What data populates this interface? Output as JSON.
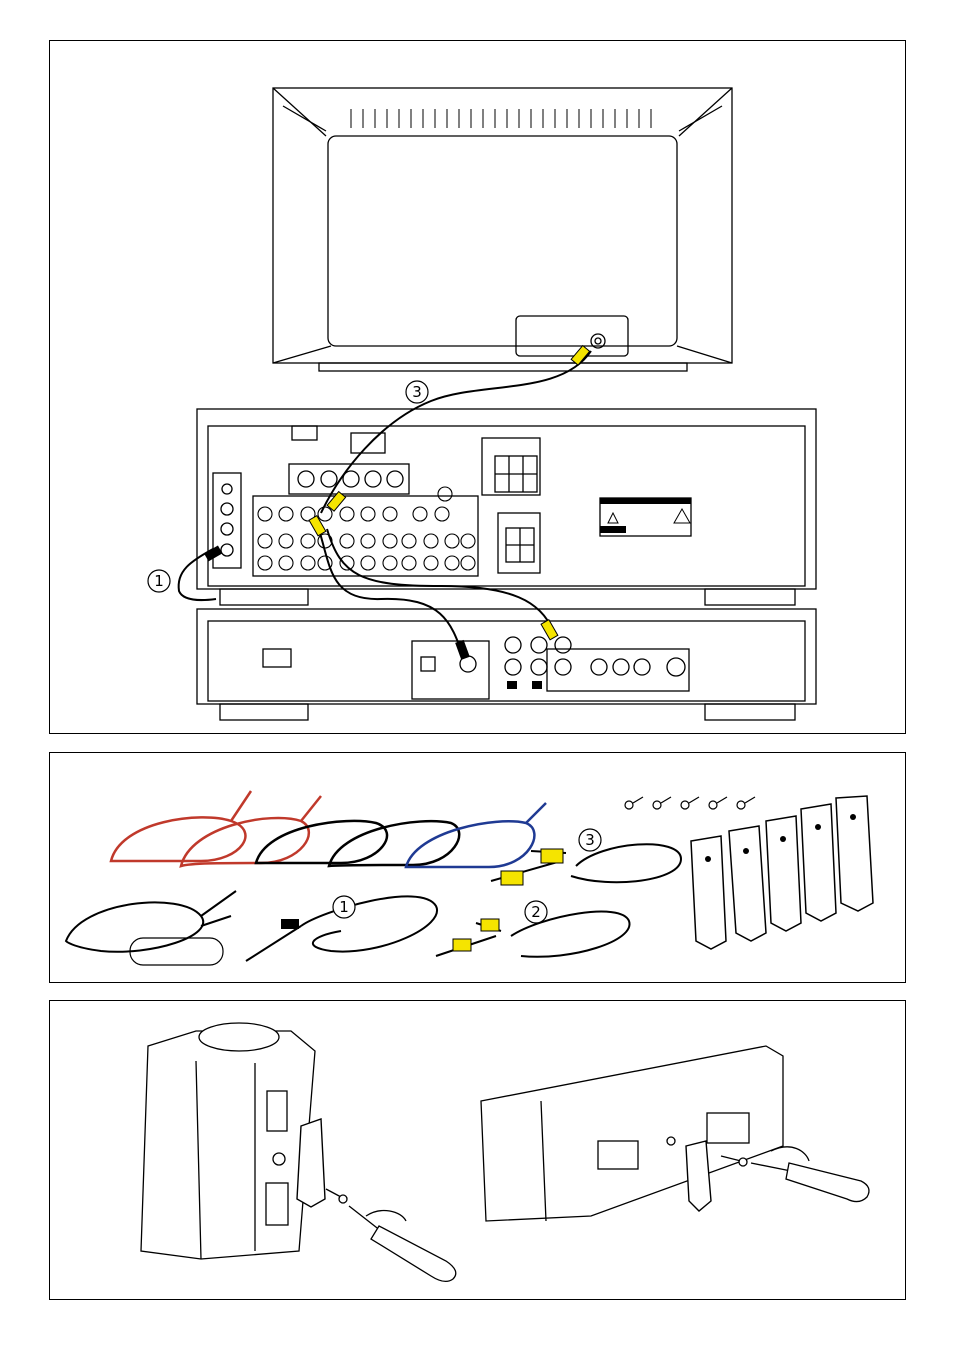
{
  "callouts": {
    "one": "1",
    "two": "2",
    "three": "3"
  },
  "colors": {
    "red_wire": "#c0392b",
    "blue_wire": "#1f3a93",
    "yellow_plug": "#f5e400",
    "line": "#000000"
  },
  "icons": {
    "tv": "tv-rear-icon",
    "receiver": "receiver-rear-icon",
    "dvd": "dvd-player-rear-icon",
    "screw": "screw-icon",
    "bracket": "wall-bracket-icon",
    "screwdriver": "screwdriver-icon"
  }
}
